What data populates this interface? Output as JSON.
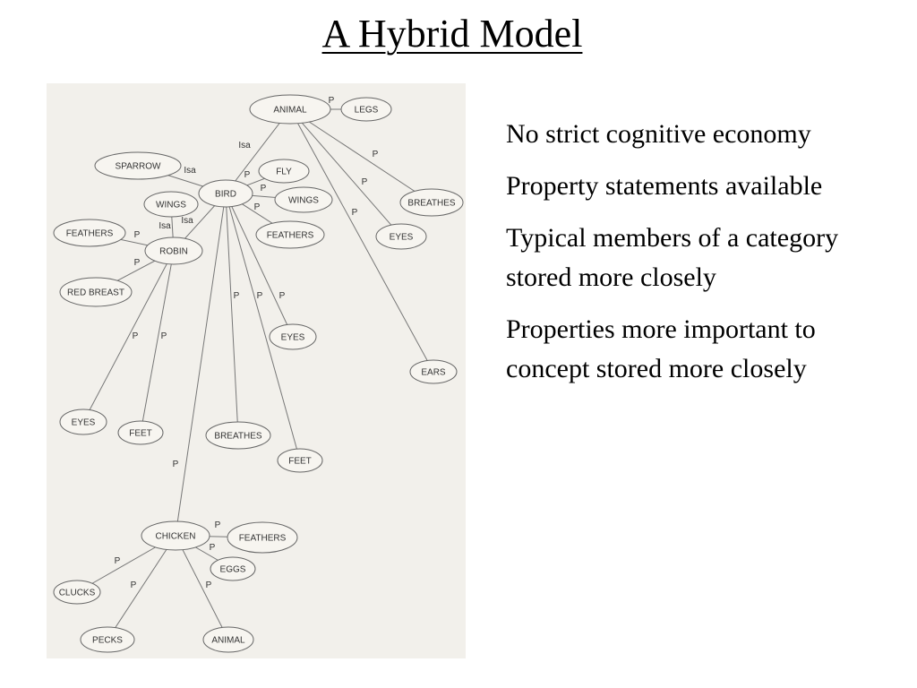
{
  "title": "A Hybrid Model",
  "bullets": [
    "No strict cognitive economy",
    "Property statements available",
    "Typical members of a category stored more closely",
    "Properties more important to concept stored more closely"
  ],
  "diagram": {
    "nodes": [
      {
        "id": "animal",
        "label": "ANIMAL"
      },
      {
        "id": "legs",
        "label": "LEGS"
      },
      {
        "id": "sparrow",
        "label": "SPARROW"
      },
      {
        "id": "bird",
        "label": "BIRD"
      },
      {
        "id": "fly",
        "label": "FLY"
      },
      {
        "id": "wings-bird",
        "label": "WINGS"
      },
      {
        "id": "breathes-animal",
        "label": "BREATHES"
      },
      {
        "id": "wings-robin",
        "label": "WINGS"
      },
      {
        "id": "feathers-robin",
        "label": "FEATHERS"
      },
      {
        "id": "robin",
        "label": "ROBIN"
      },
      {
        "id": "feathers-bird",
        "label": "FEATHERS"
      },
      {
        "id": "eyes-animal",
        "label": "EYES"
      },
      {
        "id": "red-breast",
        "label": "RED BREAST"
      },
      {
        "id": "eyes-bird",
        "label": "EYES"
      },
      {
        "id": "ears",
        "label": "EARS"
      },
      {
        "id": "eyes-robin",
        "label": "EYES"
      },
      {
        "id": "feet-robin",
        "label": "FEET"
      },
      {
        "id": "breathes-bird",
        "label": "BREATHES"
      },
      {
        "id": "feet-bird",
        "label": "FEET"
      },
      {
        "id": "chicken",
        "label": "CHICKEN"
      },
      {
        "id": "feathers-chicken",
        "label": "FEATHERS"
      },
      {
        "id": "eggs",
        "label": "EGGS"
      },
      {
        "id": "clucks",
        "label": "CLUCKS"
      },
      {
        "id": "pecks",
        "label": "PECKS"
      },
      {
        "id": "animal-chicken",
        "label": "ANIMAL"
      }
    ],
    "edges": [
      {
        "from": "animal",
        "to": "legs",
        "label": "P"
      },
      {
        "from": "animal",
        "to": "bird",
        "label": "Isa"
      },
      {
        "from": "animal",
        "to": "breathes-animal",
        "label": "P"
      },
      {
        "from": "animal",
        "to": "eyes-animal",
        "label": "P"
      },
      {
        "from": "animal",
        "to": "ears",
        "label": "P"
      },
      {
        "from": "sparrow",
        "to": "bird",
        "label": "Isa"
      },
      {
        "from": "bird",
        "to": "fly",
        "label": "P"
      },
      {
        "from": "bird",
        "to": "wings-bird",
        "label": "P"
      },
      {
        "from": "bird",
        "to": "feathers-bird",
        "label": "P"
      },
      {
        "from": "bird",
        "to": "robin",
        "label": "Isa"
      },
      {
        "from": "bird",
        "to": "breathes-bird",
        "label": "P"
      },
      {
        "from": "bird",
        "to": "feet-bird",
        "label": "P"
      },
      {
        "from": "bird",
        "to": "eyes-bird",
        "label": "P"
      },
      {
        "from": "bird",
        "to": "chicken",
        "label": "Isa"
      },
      {
        "from": "robin",
        "to": "wings-robin",
        "label": "P"
      },
      {
        "from": "robin",
        "to": "feathers-robin",
        "label": "P"
      },
      {
        "from": "robin",
        "to": "red-breast",
        "label": "P"
      },
      {
        "from": "robin",
        "to": "eyes-robin",
        "label": "P"
      },
      {
        "from": "robin",
        "to": "feet-robin",
        "label": "P"
      },
      {
        "from": "chicken",
        "to": "feathers-chicken",
        "label": "P"
      },
      {
        "from": "chicken",
        "to": "eggs",
        "label": "P"
      },
      {
        "from": "chicken",
        "to": "clucks",
        "label": "P"
      },
      {
        "from": "chicken",
        "to": "pecks",
        "label": "P"
      },
      {
        "from": "chicken",
        "to": "animal-chicken",
        "label": "P"
      }
    ]
  }
}
